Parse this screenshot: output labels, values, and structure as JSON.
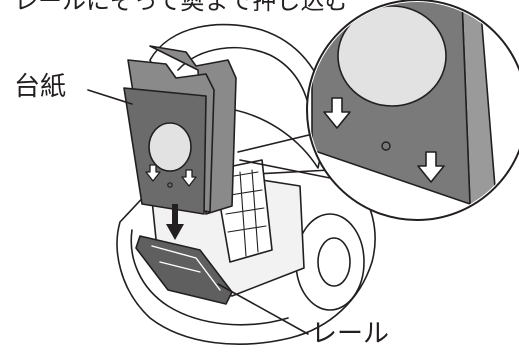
{
  "caption": "レールにそって奥まで押し込む",
  "labels": {
    "paper_mount": "台紙",
    "rail": "レール"
  },
  "colors": {
    "ink": "#231f20",
    "paper_gray": "#8a8a8a",
    "paper_dark": "#6b6b6b",
    "window": "#e2e2e2",
    "body_white": "#ffffff"
  },
  "icons": [
    "down-arrow-icon",
    "down-arrow-icon",
    "pointer-arrow-icon"
  ]
}
